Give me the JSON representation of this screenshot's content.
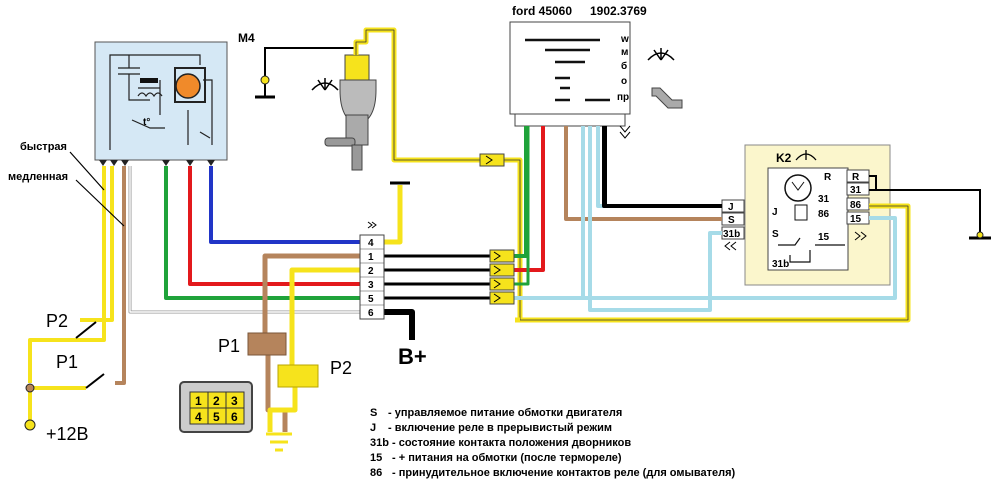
{
  "labels": {
    "m4": "M4",
    "ford": "ford 45060",
    "part": "1902.3769",
    "fast": "быстрая",
    "slow": "медленная",
    "p2": "P2",
    "p1": "P1",
    "plus12": "+12В",
    "bplus": "B+",
    "k2": "K2"
  },
  "switch_positions": [
    "w",
    "м",
    "б",
    "о",
    "пр"
  ],
  "connector_pins": [
    "4",
    "1",
    "2",
    "3",
    "5",
    "6"
  ],
  "plug_pins": [
    "1",
    "2",
    "3",
    "4",
    "5",
    "6"
  ],
  "relay_pins": {
    "left": [
      "J",
      "S",
      "31b"
    ],
    "right": [
      "R",
      "31",
      "86",
      "15"
    ],
    "inner": [
      "R",
      "J",
      "31",
      "86",
      "S",
      "15",
      "31b"
    ]
  },
  "thermo": "t°",
  "legend": [
    {
      "key": "S",
      "text": "- управляемое питание обмотки двигателя"
    },
    {
      "key": "J",
      "text": "- включение реле в прерывистый режим"
    },
    {
      "key": "31b",
      "text": "- состояние контакта положения дворников"
    },
    {
      "key": "15",
      "text": "- + питания на обмотки (после терморeле)"
    },
    {
      "key": "86",
      "text": "- принудительное включение контактов реле (для омывателя)"
    }
  ],
  "colors": {
    "yellow": "#f6e31c",
    "brown": "#b5845c",
    "green": "#1fa33a",
    "red": "#e3191c",
    "blue": "#2135c7",
    "lightblue": "#a6dbe8",
    "black": "#000000",
    "box_motor": "#d5e8f5",
    "box_relay": "#fbf6cc"
  }
}
